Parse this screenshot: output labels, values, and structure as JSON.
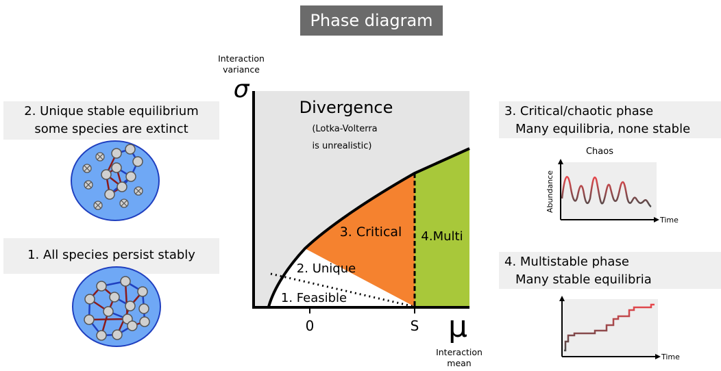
{
  "title": "Phase diagram",
  "axes": {
    "y_symbol": "σ",
    "y_label_line1": "Interaction",
    "y_label_line2": "variance",
    "x_symbol": "μ",
    "x_label_line1": "Interaction",
    "x_label_line2": "mean",
    "x_tick_zero": "0",
    "x_tick_s": "S"
  },
  "regions": {
    "divergence": "Divergence",
    "divergence_note_line1": "(Lotka-Volterra",
    "divergence_note_line2": "is unrealistic)",
    "critical": "3. Critical",
    "multi": "4.Multi",
    "unique": "2. Unique",
    "feasible": "1. Feasible"
  },
  "panels": {
    "unique_line1": "2. Unique stable equilibrium",
    "unique_line2": "some species are extinct",
    "persist": "1. All species persist stably",
    "critical_line1": "3. Critical/chaotic phase",
    "critical_line2": "Many equilibria, none stable",
    "chaos_title": "Chaos",
    "abundance_label": "Abundance",
    "time_label": "Time",
    "multi_line1": "4. Multistable phase",
    "multi_line2": "Many stable equilibria",
    "time_label2": "Time"
  },
  "colors": {
    "divergence": "#e5e5e5",
    "critical": "#f5822f",
    "multi": "#a8c83a",
    "title_bg": "#6b6b6b",
    "network_fill": "#6fa8f5",
    "network_edge": "#1f3fbf",
    "network_red": "#8b1a1a"
  }
}
